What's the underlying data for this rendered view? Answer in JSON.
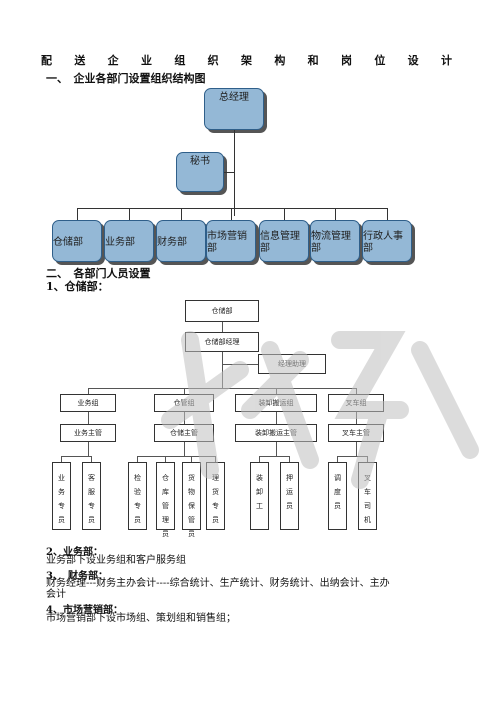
{
  "title_chars": [
    "配",
    "送",
    "企",
    "业",
    "组",
    "织",
    "架",
    "构",
    "和",
    "岗",
    "位",
    "设",
    "计"
  ],
  "section1": {
    "heading": "一、　企业各部门设置组织结构图"
  },
  "org1": {
    "top": "总经理",
    "secretary": "秘书",
    "departments": [
      {
        "line1": "仓储部",
        "line2": ""
      },
      {
        "line1": "业务部",
        "line2": ""
      },
      {
        "line1": "财务部",
        "line2": ""
      },
      {
        "line1": "市场营销",
        "line2": "部"
      },
      {
        "line1": "信息管理",
        "line2": "部"
      },
      {
        "line1": "物流管理",
        "line2": "部"
      },
      {
        "line1": "行政人事",
        "line2": "部"
      }
    ]
  },
  "section2": {
    "heading": "二、　各部门人员设置"
  },
  "sub1": {
    "label": "1、仓储部："
  },
  "org2": {
    "top": "仓储部",
    "manager": "仓储部经理",
    "assistant": "经理助理",
    "groups": [
      {
        "name": "业务组",
        "lead": "业务主管"
      },
      {
        "name": "仓管组",
        "lead": "仓储主管"
      },
      {
        "name": "装卸搬运组",
        "lead": "装卸搬运主管"
      },
      {
        "name": "叉车组",
        "lead": "叉车主管"
      }
    ],
    "staff": [
      [
        "业",
        "务",
        "专",
        "员"
      ],
      [
        "客",
        "服",
        "专",
        "员"
      ],
      [
        "检",
        "验",
        "专",
        "员"
      ],
      [
        "仓",
        "库",
        "管",
        "理",
        "员"
      ],
      [
        "货",
        "物",
        "保",
        "管",
        "员"
      ],
      [
        "理",
        "货",
        "专",
        "员"
      ],
      [
        "装",
        "卸",
        "工"
      ],
      [
        "押",
        "运",
        "员"
      ],
      [
        "调",
        "度",
        "员"
      ],
      [
        "叉",
        "车",
        "司",
        "机"
      ]
    ]
  },
  "sub2": {
    "label": "2、业务部：",
    "text": "业务部下设业务组和客户服务组"
  },
  "sub3": {
    "label": "3、　财务部：",
    "text1": "财务经理---财务主办会计----综合统计、生产统计、财务统计、出纳会计、主办",
    "text2": "会计"
  },
  "sub4": {
    "label": "4、市场营销部：",
    "text": "市场营销部下设市场组、策划组和销售组；"
  }
}
